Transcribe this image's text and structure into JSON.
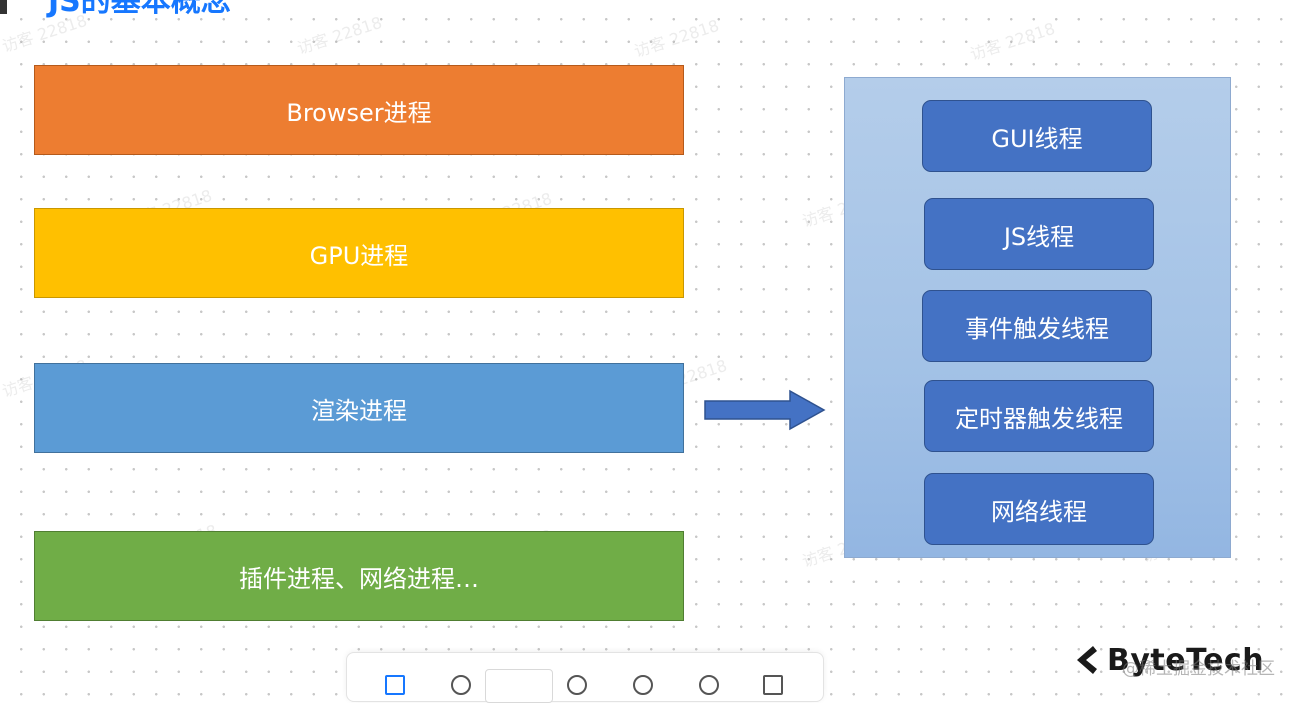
{
  "page": {
    "title": "JS的基本概念"
  },
  "processes": {
    "browser": "Browser进程",
    "gpu": "GPU进程",
    "render": "渲染进程",
    "plugin": "插件进程、网络进程…"
  },
  "threads": {
    "gui": "GUI线程",
    "js": "JS线程",
    "event": "事件触发线程",
    "timer": "定时器触发线程",
    "network": "网络线程"
  },
  "watermark": {
    "text": "访客 22818"
  },
  "branding": {
    "logo": "ByteTech",
    "community": "@稀土掘金技术社区"
  },
  "colors": {
    "title": "#1677ff",
    "browser_process": "#ed7d31",
    "gpu_process": "#ffc000",
    "render_process": "#5b9bd5",
    "plugin_process": "#70ad47",
    "thread_panel": "#a3c2e6",
    "thread_box": "#4472c4",
    "arrow": "#4472c4"
  },
  "icons": {
    "arrow": "right-arrow-icon",
    "logo": "bytetech-logo-icon"
  }
}
